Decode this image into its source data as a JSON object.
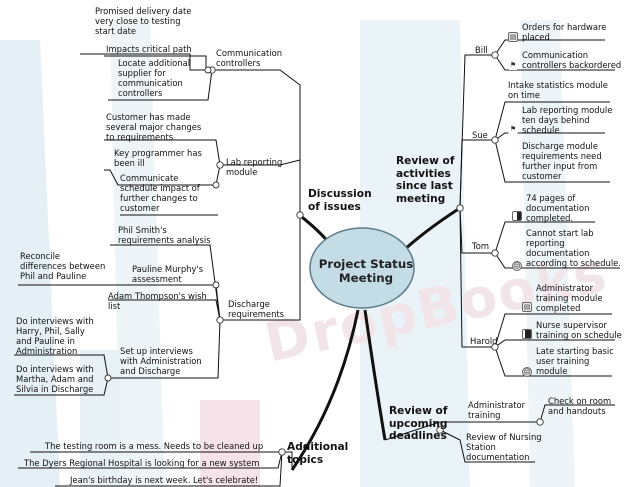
{
  "center": {
    "line1": "Project Status",
    "line2": "Meeting"
  },
  "branches": {
    "discussion": {
      "label": "Discussion\nof issues"
    },
    "review_activities": {
      "label": "Review of\nactivities\nsince last\nmeeting"
    },
    "review_deadlines": {
      "label": "Review of\nupcoming\ndeadlines"
    },
    "additional": {
      "label": "Additional\ntopics"
    }
  },
  "discussion": {
    "comm_controllers": "Communication\ncontrollers",
    "promised_delivery": "Promised delivery date\nvery close to testing\nstart date",
    "impacts_path": "Impacts critical path",
    "locate_supplier": "Locate additional\nsupplier for\ncommunication\ncontrollers",
    "lab_reporting": "Lab reporting\nmodule",
    "customer_changes": "Customer has made\nseveral major changes\nto requirements",
    "key_programmer": "Key programmer has\nbeen ill",
    "communicate_schedule": "Communicate\nschedule impact of\nfurther changes to\ncustomer",
    "discharge_req": "Discharge\nrequirements",
    "phil_smith": "Phil Smith's\nrequirements analysis",
    "pauline_assessment": "Pauline Murphy's\nassessment",
    "reconcile": "Reconcile\ndifferences between\nPhil and Pauline",
    "adam_wish": "Adam Thompson's wish\nlist",
    "setup_interviews": "Set up interviews\nwith Administration\nand Discharge",
    "interviews_admin": "Do interviews with\nHarry, Phil, Sally\nand Pauline in\nAdministration",
    "interviews_discharge": "Do interviews with\nMartha, Adam and\nSilvia in Discharge"
  },
  "activities": {
    "bill": "Bill",
    "orders_hardware": "Orders for hardware\nplaced",
    "comm_backordered": "Communication\ncontrollers backordered",
    "sue": "Sue",
    "intake_stats": "Intake statistics module\non time",
    "lab_behind": "Lab reporting module\nten days behind\nschedule",
    "discharge_input": "Discharge module\nrequirements need\nfurther input from\ncustomer",
    "tom": "Tom",
    "doc_pages": "74 pages of\ndocumentation\ncompleted.",
    "cannot_start": "Cannot start lab\nreporting\ndocumentation\naccording to schedule.",
    "harold": "Harold",
    "admin_training_done": "Administrator\ntraining module\ncompleted",
    "nurse_training": "Nurse supervisor\ntraining on schedule",
    "late_starting": "Late starting basic\nuser training\nmodule"
  },
  "deadlines": {
    "admin_training": "Administrator\ntraining",
    "check_room": "Check on room\nand handouts",
    "review_nursing": "Review of Nursing\nStation\ndocumentation"
  },
  "additional": {
    "testing_room": "The testing room is a mess. Needs to be cleaned up",
    "dyers": "The Dyers Regional Hospital is looking for a new system",
    "birthday": "Jean's birthday is next week. Let's celebrate!"
  },
  "watermark": "DropBooks",
  "colors": {
    "accent": "#c0305a",
    "bubble": "#c4dce6",
    "line": "#111111"
  }
}
